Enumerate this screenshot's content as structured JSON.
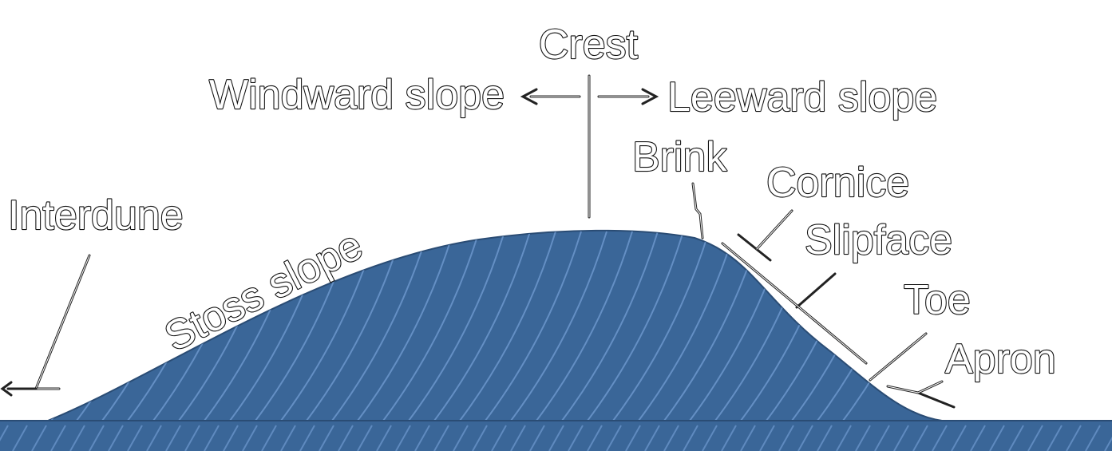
{
  "diagram": {
    "labels": {
      "crest": "Crest",
      "windward_slope": "Windward slope",
      "leeward_slope": "Leeward slope",
      "brink": "Brink",
      "cornice": "Cornice",
      "slipface": "Slipface",
      "toe": "Toe",
      "apron": "Apron",
      "interdune": "Interdune",
      "stoss_slope": "Stoss slope"
    },
    "colors": {
      "dune_fill": "#3a6698",
      "dune_hatch": "#6f9ad0",
      "ground_fill": "#3a6698",
      "label_fill": "#ffffff",
      "label_outline": "#111111",
      "background": "#ffffff"
    },
    "icons": {
      "left_arrow": "arrow-left-icon",
      "right_arrow": "arrow-right-icon"
    }
  }
}
